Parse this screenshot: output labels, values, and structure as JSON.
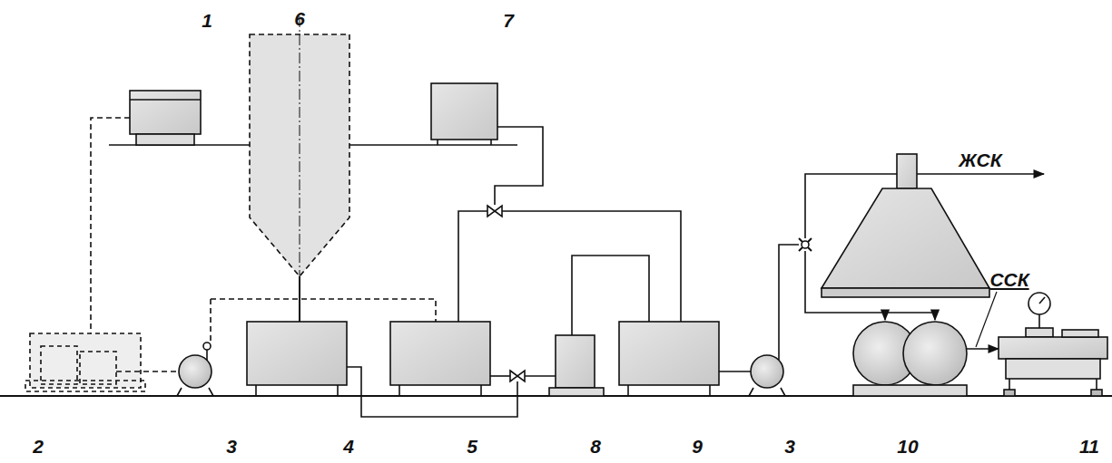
{
  "diagram": {
    "labels": [
      "1",
      "6",
      "7",
      "ЖСК",
      "ССК",
      "2",
      "3",
      "4",
      "5",
      "8",
      "9",
      "3",
      "10",
      "11"
    ]
  }
}
